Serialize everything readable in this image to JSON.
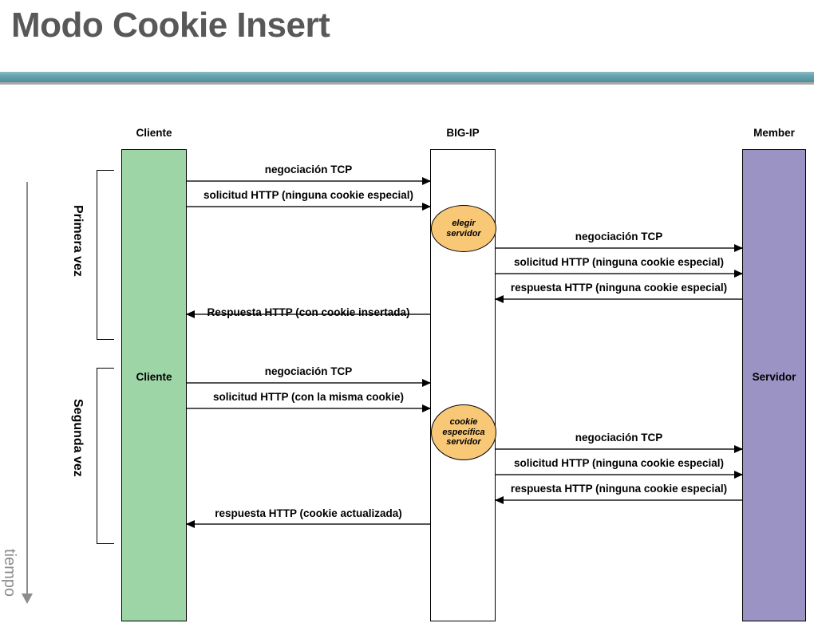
{
  "slide": {
    "title": "Modo Cookie Insert"
  },
  "columns": [
    {
      "header": "Cliente",
      "inner_label": "Cliente",
      "color": "#9ed5a7"
    },
    {
      "header": "BIG-IP",
      "inner_label": "",
      "color": "#ffffff"
    },
    {
      "header": "Member",
      "inner_label": "Servidor",
      "color": "#9a93c4"
    }
  ],
  "time_axis": {
    "label": "tiempo",
    "color": "#8c8c8c"
  },
  "phases": [
    {
      "label": "Primera vez"
    },
    {
      "label": "Segunda vez"
    }
  ],
  "decisions": [
    {
      "lines": [
        "elegir",
        "servidor"
      ],
      "color": "#f8c877"
    },
    {
      "lines": [
        "cookie",
        "especifica",
        "servidor"
      ],
      "color": "#f8c877"
    }
  ],
  "messages": {
    "phase1_left": [
      {
        "label": "negociación TCP",
        "direction": "right"
      },
      {
        "label": "solicitud HTTP (ninguna cookie especial)",
        "direction": "right"
      },
      {
        "label": "Respuesta HTTP (con cookie insertada)",
        "direction": "left"
      }
    ],
    "phase1_right": [
      {
        "label": "negociación TCP",
        "direction": "right"
      },
      {
        "label": "solicitud HTTP (ninguna cookie especial)",
        "direction": "right"
      },
      {
        "label": "respuesta HTTP (ninguna cookie especial)",
        "direction": "left"
      }
    ],
    "phase2_left": [
      {
        "label": "negociación TCP",
        "direction": "right"
      },
      {
        "label": "solicitud HTTP (con la misma cookie)",
        "direction": "right"
      },
      {
        "label": "respuesta HTTP (cookie actualizada)",
        "direction": "left"
      }
    ],
    "phase2_right": [
      {
        "label": "negociación TCP",
        "direction": "right"
      },
      {
        "label": "solicitud HTTP (ninguna cookie especial)",
        "direction": "right"
      },
      {
        "label": "respuesta HTTP (ninguna cookie especial)",
        "direction": "left"
      }
    ]
  }
}
